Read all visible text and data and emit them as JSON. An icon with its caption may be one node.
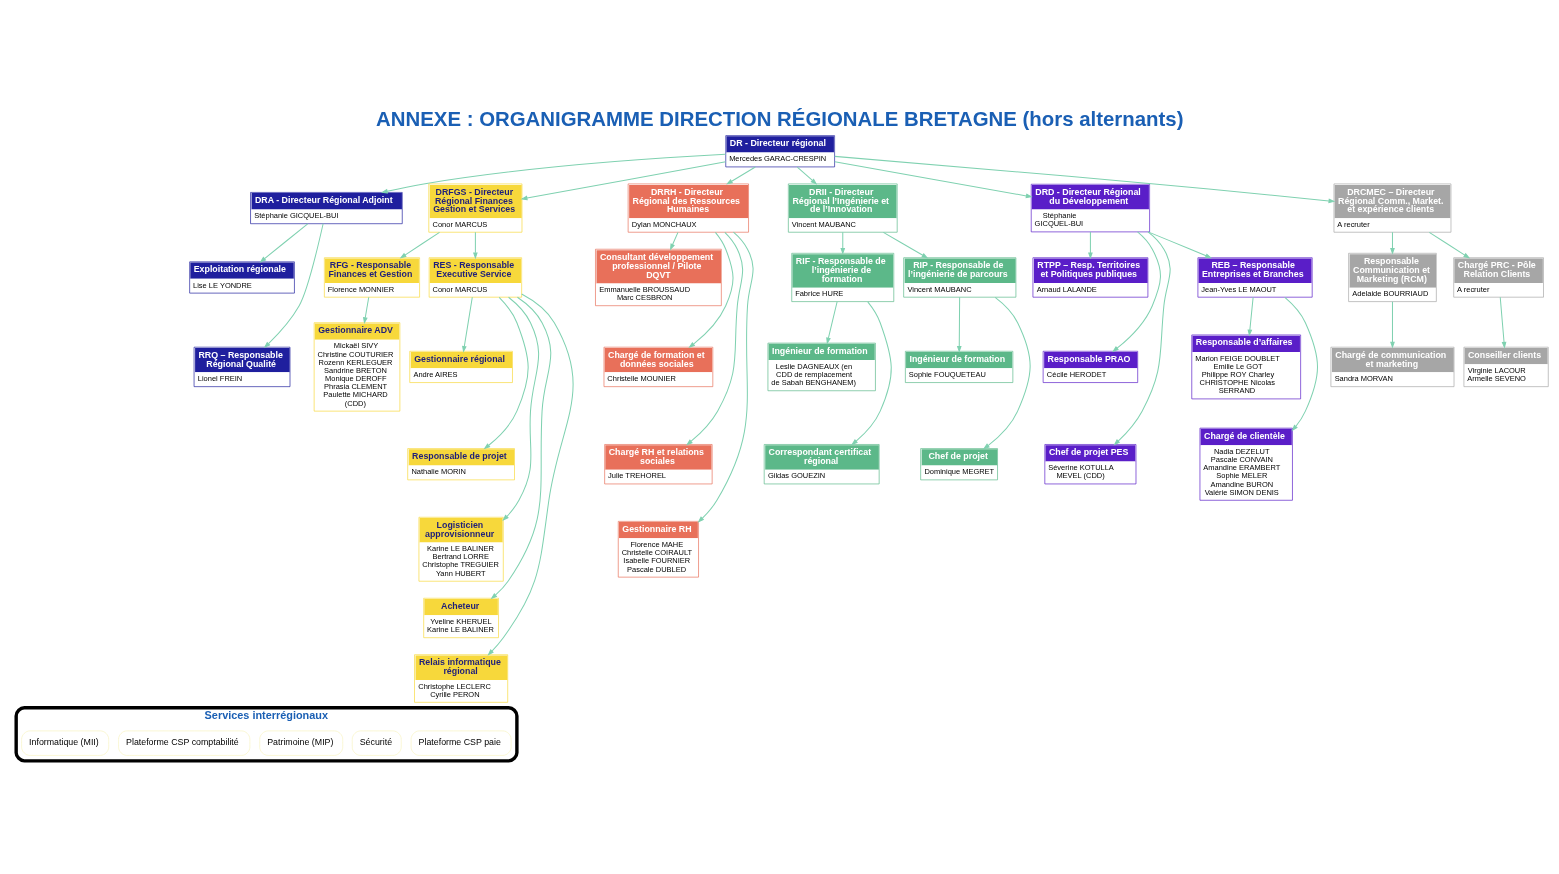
{
  "diagram": {
    "title": "ANNEXE : ORGANIGRAMME DIRECTION RÉGIONALE BRETAGNE (hors alternants)",
    "nodes": [
      {
        "text": [
          "DR - Directeur régional",
          "Mercedes GARAC-CRESPIN"
        ]
      },
      {
        "text": [
          "DRA - Directeur Régional Adjoint",
          "Stéphanie GICQUEL-BUI"
        ]
      },
      {
        "text": [
          "DRFGS - Directeur Régional Finances Gestion et Services",
          "Conor MARCUS"
        ]
      },
      {
        "text": [
          "RFG - Responsable Finances et Gestion",
          "Florence MONNIER"
        ]
      },
      {
        "text": [
          "Gestionnaire ADV",
          "Mickaël SIVY Christine COUTURIER Rozenn KERLEGUER Sandrine BRETON Monique DEROFF Phrasia CLEMENT Paulette MICHARD (CDD)"
        ]
      },
      {
        "text": [
          "RES - Responsable Executive Service",
          "Conor MARCUS"
        ]
      },
      {
        "text": [
          "Gestionnaire régional",
          "Andre AIRES"
        ]
      },
      {
        "text": [
          "Responsable de projet",
          "Nathalie MORIN"
        ]
      },
      {
        "text": [
          "Logisticien approvisionneur",
          "Karine LE BALINER Bertrand LORRE Christophe TREGUIER Yann HUBERT"
        ]
      },
      {
        "text": [
          "Acheteur",
          "Yveline KHERUEL Karine LE BALINER"
        ]
      },
      {
        "text": [
          "Relais informatique régional",
          "Christophe LECLERC Cyrille PERON"
        ]
      },
      {
        "text": [
          "DRRH - Directeur Régional des Ressources Humaines",
          "Dylan MONCHAUX"
        ]
      },
      {
        "text": [
          "Consultant développement professionnel / Pilote DQVT",
          "Emmanuelle BROUSSAUD Marc CESBRON"
        ]
      },
      {
        "text": [
          "Chargé de formation et données sociales",
          "Christelle MOUNIER"
        ]
      },
      {
        "text": [
          "Chargé RH et relations sociales",
          "Julie TREHOREL"
        ]
      },
      {
        "text": [
          "Gestionnaire RH",
          "Florence MAHE Christelle COIRAULT Isabelle FOURNIER Pascale DUBLED"
        ]
      },
      {
        "text": [
          "DRII - Directeur Régional l’Ingénierie et de l’Innovation",
          "Vincent MAUBANC"
        ]
      },
      {
        "text": [
          "RIF - Responsable de l’ingénierie de formation",
          "Fabrice HURE"
        ]
      },
      {
        "text": [
          "Ingénieur de formation",
          "Leslie DAGNEAUX (en CDD de remplacement de Sabah BENGHANEM)"
        ]
      },
      {
        "text": [
          "Correspondant certificat régional",
          "Gildas GOUEZIN"
        ]
      },
      {
        "text": [
          "RIP - Responsable de l’ingénierie de parcours",
          "Vincent MAUBANC"
        ]
      },
      {
        "text": [
          "Ingénieur de formation",
          "Sophie FOUQUETEAU"
        ]
      },
      {
        "text": [
          "Chef de projet",
          "Dominique MEGRET"
        ]
      },
      {
        "text": [
          "DRD - Directeur Régional du Développement",
          "Stéphanie GICQUEL-BUI"
        ]
      },
      {
        "text": [
          "RTPP – Resp. Territoires et Politiques publiques",
          "Arnaud LALANDE"
        ]
      },
      {
        "text": [
          "Responsable PRAO",
          "Cécile HERODET"
        ]
      },
      {
        "text": [
          "Chef de projet PES",
          "Séverine KOTULLA MEVEL (CDD)"
        ]
      },
      {
        "text": [
          "REB – Responsable Entreprises et Branches",
          "Jean-Yves LE MAOUT"
        ]
      },
      {
        "text": [
          "Responsable d’affaires",
          "Marion FEIGE DOUBLET Emilie Le GOT Philippe ROY Charley CHRISTOPHE Nicolas SERRAND"
        ]
      },
      {
        "text": [
          "Chargé de clientèle",
          "Nadia DEZELUT Pascale CONVAIN Amandine ERAMBERT Sophie MELER Amandine BURON Valérie SIMON DENIS"
        ]
      },
      {
        "text": [
          "DRCMEC – Directeur Régional Comm., Market. et expérience clients",
          "A recruter"
        ]
      },
      {
        "text": [
          "Responsable Communication et Marketing (RCM)",
          "Adelaide BOURRIAUD"
        ]
      },
      {
        "text": [
          "Chargé de communication et marketing",
          "Sandra MORVAN"
        ]
      },
      {
        "text": [
          "Chargé PRC - Pôle Relation Clients",
          "A recruter"
        ]
      },
      {
        "text": [
          "Conseiller clients",
          "Virginie LACOUR Armelle SEVENO"
        ]
      },
      {
        "text": [
          "Exploitation régionale",
          "Lise LE YONDRE"
        ]
      },
      {
        "text": [
          "RRQ – Responsable Régional Qualité",
          "Lionel FREIN"
        ]
      },
      {
        "text": [
          "Services interrégionaux"
        ]
      },
      {
        "text": [
          "Plateforme CSP paie"
        ],
        "in": 37
      },
      {
        "text": [
          "Sécurité"
        ],
        "in": 37
      },
      {
        "text": [
          "Patrimoine (MIP)"
        ],
        "in": 37
      },
      {
        "text": [
          "Plateforme CSP comptabilité"
        ],
        "in": 37
      },
      {
        "text": [
          "Informatique (MII)"
        ],
        "in": 37
      }
    ],
    "edges": [
      {
        "from": 0,
        "to": 1,
        "arrow": "to"
      },
      {
        "from": 0,
        "to": 2,
        "arrow": "to"
      },
      {
        "from": 0,
        "to": 11,
        "arrow": "to"
      },
      {
        "from": 0,
        "to": 16,
        "arrow": "to"
      },
      {
        "from": 0,
        "to": 23,
        "arrow": "to"
      },
      {
        "from": 0,
        "to": 30,
        "arrow": "to"
      },
      {
        "from": 1,
        "to": 35,
        "arrow": "to"
      },
      {
        "from": 1,
        "to": 36,
        "arrow": "to"
      },
      {
        "from": 2,
        "to": 3,
        "arrow": "to"
      },
      {
        "from": 2,
        "to": 5,
        "arrow": "to"
      },
      {
        "from": 3,
        "to": 4,
        "arrow": "to"
      },
      {
        "from": 5,
        "to": 6,
        "arrow": "to"
      },
      {
        "from": 5,
        "to": 7,
        "arrow": "to"
      },
      {
        "from": 5,
        "to": 8,
        "arrow": "to"
      },
      {
        "from": 5,
        "to": 9,
        "arrow": "to"
      },
      {
        "from": 5,
        "to": 10,
        "arrow": "to"
      },
      {
        "from": 11,
        "to": 12,
        "arrow": "to"
      },
      {
        "from": 11,
        "to": 13,
        "arrow": "to"
      },
      {
        "from": 11,
        "to": 14,
        "arrow": "to"
      },
      {
        "from": 11,
        "to": 15,
        "arrow": "to"
      },
      {
        "from": 16,
        "to": 17,
        "arrow": "to"
      },
      {
        "from": 16,
        "to": 20,
        "arrow": "to"
      },
      {
        "from": 17,
        "to": 18,
        "arrow": "to"
      },
      {
        "from": 17,
        "to": 19,
        "arrow": "to"
      },
      {
        "from": 20,
        "to": 21,
        "arrow": "to"
      },
      {
        "from": 20,
        "to": 22,
        "arrow": "to"
      },
      {
        "from": 23,
        "to": 24,
        "arrow": "to"
      },
      {
        "from": 23,
        "to": 27,
        "arrow": "to"
      },
      {
        "from": 23,
        "to": 25,
        "arrow": "to"
      },
      {
        "from": 23,
        "to": 26,
        "arrow": "to"
      },
      {
        "from": 27,
        "to": 28,
        "arrow": "to"
      },
      {
        "from": 27,
        "to": 29,
        "arrow": "to"
      },
      {
        "from": 30,
        "to": 31,
        "arrow": "to"
      },
      {
        "from": 30,
        "to": 33,
        "arrow": "to"
      },
      {
        "from": 31,
        "to": 32,
        "arrow": "to"
      },
      {
        "from": 33,
        "to": 34,
        "arrow": "to"
      }
    ]
  }
}
